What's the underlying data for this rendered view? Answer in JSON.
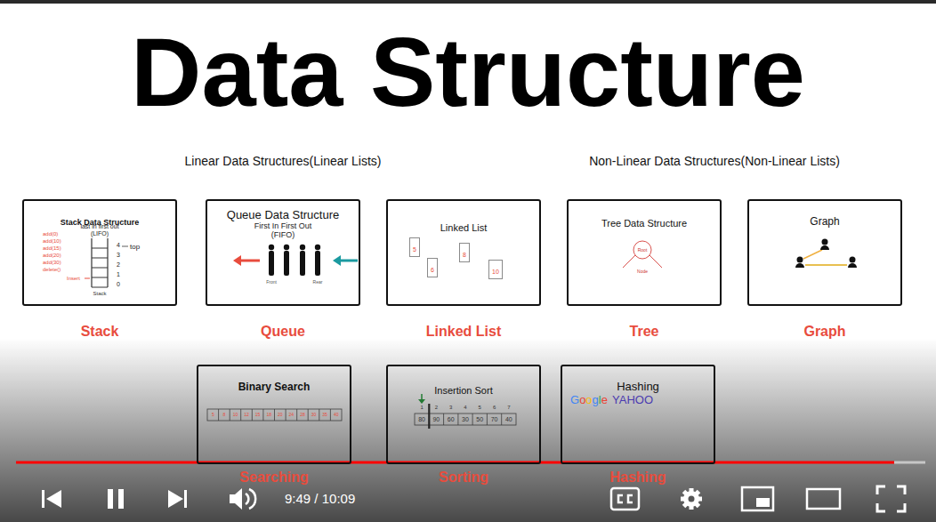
{
  "diagram": {
    "title": "Data Structure",
    "nodes": [
      {
        "text": [
          "Stack Data Structure",
          "last in first out (LIFO)",
          "Stack"
        ]
      },
      {
        "text": [
          "Queue Data Structure",
          "First In First Out (FIFO)",
          "Queue"
        ]
      },
      {
        "text": [
          "Linked List",
          "Linked List"
        ]
      },
      {
        "text": [
          "5"
        ],
        "in": 2
      },
      {
        "text": [
          "8"
        ],
        "in": 2
      },
      {
        "text": [
          "6"
        ],
        "in": 2
      },
      {
        "text": [
          "10"
        ],
        "in": 2
      },
      {
        "text": [
          "Tree Data Structure",
          "Tree"
        ]
      },
      {
        "text": [
          "Graph",
          "Graph"
        ]
      },
      {
        "text": [
          "Binary Search",
          "Searching"
        ]
      },
      {
        "text": [
          "Insertion Sort",
          "Sorting"
        ]
      },
      {
        "text": [
          "Hashing",
          "Hashing"
        ]
      }
    ],
    "labels": [
      "Linear Data Structures(Linear Lists)",
      "Non-Linear Data Structures(Non-Linear Lists)",
      "add(0)",
      "add(10)",
      "add(15)",
      "add(20)",
      "add(30)",
      "delete()",
      "top",
      "4",
      "3",
      "2",
      "1",
      "0",
      "Insert",
      "Stack",
      "Front",
      "Rear",
      "Root",
      "Node",
      "5",
      "8",
      "10",
      "12",
      "15",
      "18",
      "20",
      "24",
      "28",
      "30",
      "35",
      "40",
      "1",
      "2",
      "3",
      "4",
      "5",
      "6",
      "7",
      "80",
      "90",
      "60",
      "30",
      "50",
      "70",
      "40",
      "Google",
      "YAHOO",
      "9:49 / 10:09"
    ]
  }
}
